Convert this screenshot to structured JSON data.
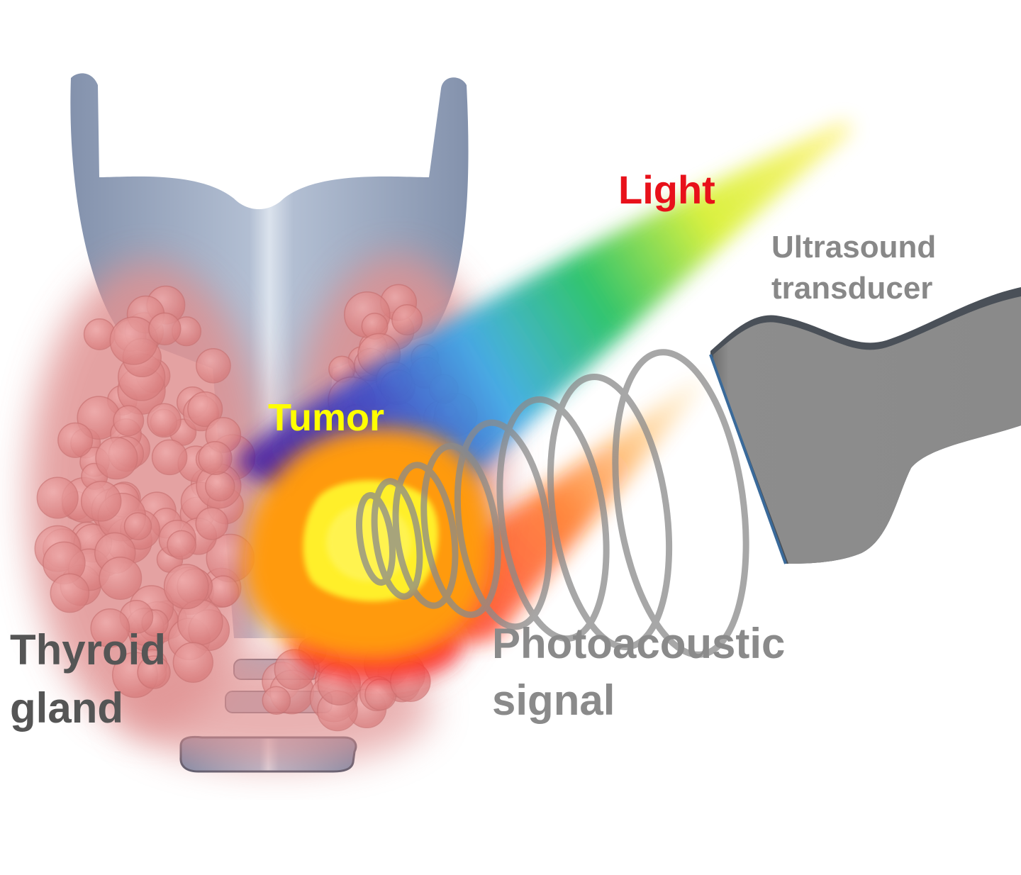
{
  "labels": {
    "light": "Light",
    "ultrasound_line1": "Ultrasound",
    "ultrasound_line2": "transducer",
    "tumor": "Tumor",
    "photoacoustic_line1": "Photoacoustic",
    "photoacoustic_line2": "signal",
    "thyroid_line1": "Thyroid",
    "thyroid_line2": "gland"
  },
  "colors": {
    "light_label": "#e8111a",
    "tumor_label": "#ffff00",
    "ultrasound_label": "#888888",
    "photoacoustic_label": "#8a8a8a",
    "thyroid_label": "#555555",
    "cartilage": "#8f9fb8",
    "gland": "#e08a8a",
    "transducer": "#8a8a8a",
    "tumor_core": "#ffef2a",
    "tumor_halo": "#ff9a10"
  }
}
